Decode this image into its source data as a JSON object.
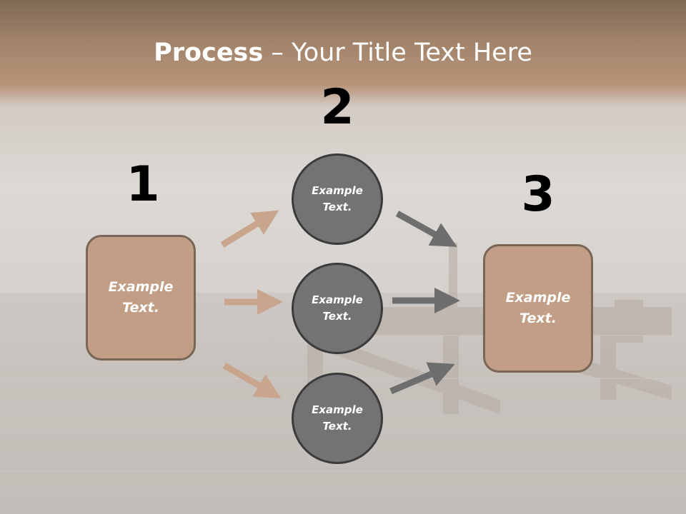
{
  "title": {
    "bold": "Process",
    "rest": " – Your Title Text Here"
  },
  "steps": [
    {
      "number": "1",
      "text": "Example Text."
    },
    {
      "number": "2",
      "items": [
        "Example Text.",
        "Example Text.",
        "Example Text."
      ]
    },
    {
      "number": "3",
      "text": "Example Text."
    }
  ],
  "colors": {
    "box_fill": "#c19e85",
    "box_border": "#7a6657",
    "circle_fill": "#737373",
    "circle_border": "#3b3b3b",
    "arrow_left": "#c8a58c",
    "arrow_right": "#6e6e6e",
    "title_band": "#a2846b"
  }
}
